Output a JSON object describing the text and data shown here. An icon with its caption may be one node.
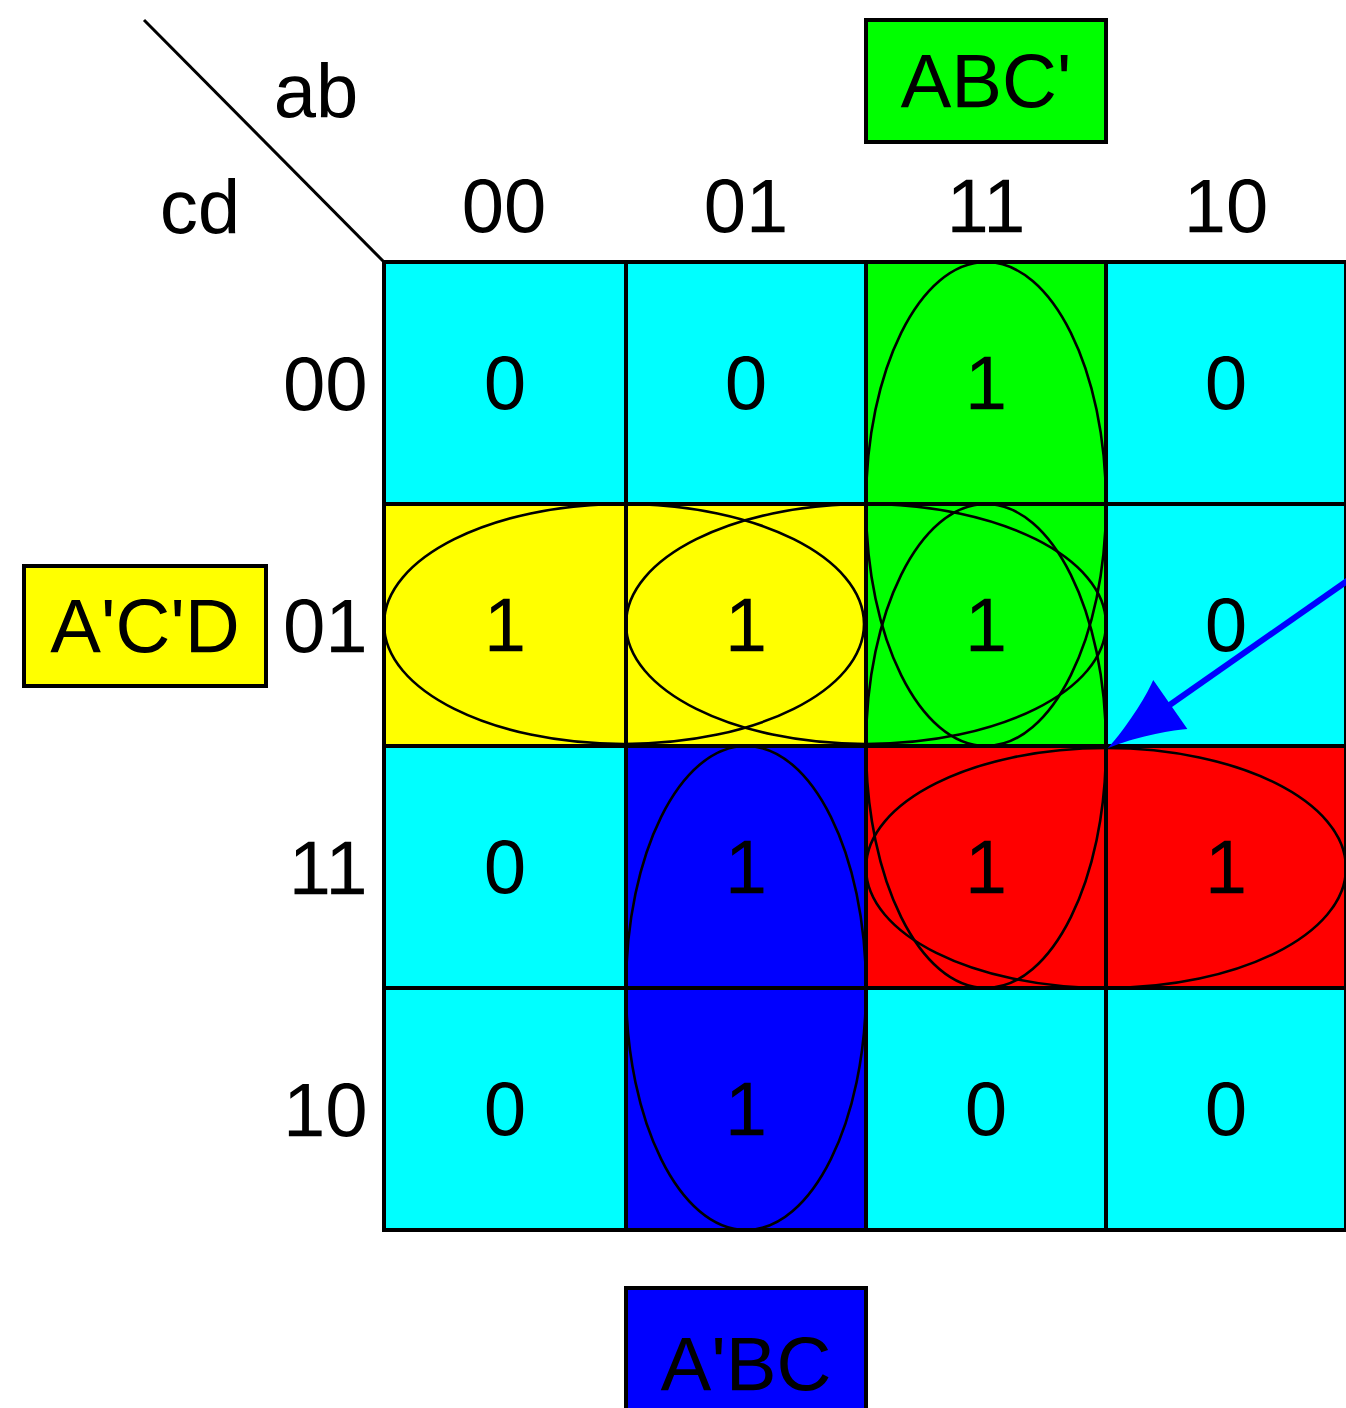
{
  "diagram": {
    "nodes": [
      {
        "text": [
          "ABC'"
        ]
      },
      {
        "text": [
          "A'C'D"
        ]
      },
      {
        "text": [
          "0"
        ]
      },
      {
        "text": [
          "0"
        ]
      },
      {
        "text": [
          "1"
        ]
      },
      {
        "text": [
          "0"
        ]
      },
      {
        "text": [
          "1"
        ]
      },
      {
        "text": [
          "1"
        ]
      },
      {
        "text": [
          "1"
        ]
      },
      {
        "text": [
          "0"
        ]
      },
      {
        "text": [
          "0"
        ]
      },
      {
        "text": [
          "1"
        ]
      },
      {
        "text": [
          "1"
        ]
      },
      {
        "text": [
          "1"
        ]
      },
      {
        "text": [
          "0"
        ]
      },
      {
        "text": [
          "1"
        ]
      },
      {
        "text": [
          "0"
        ]
      },
      {
        "text": [
          "0"
        ]
      },
      {
        "text": [
          "A'BC"
        ]
      }
    ],
    "edges": [
      {
        "from": null,
        "to": 8,
        "arrow": "to",
        "color": "#0000ff"
      }
    ],
    "labels": [
      "ab",
      "cd",
      "00",
      "01",
      "11",
      "10",
      "00",
      "01",
      "11",
      "10"
    ]
  }
}
